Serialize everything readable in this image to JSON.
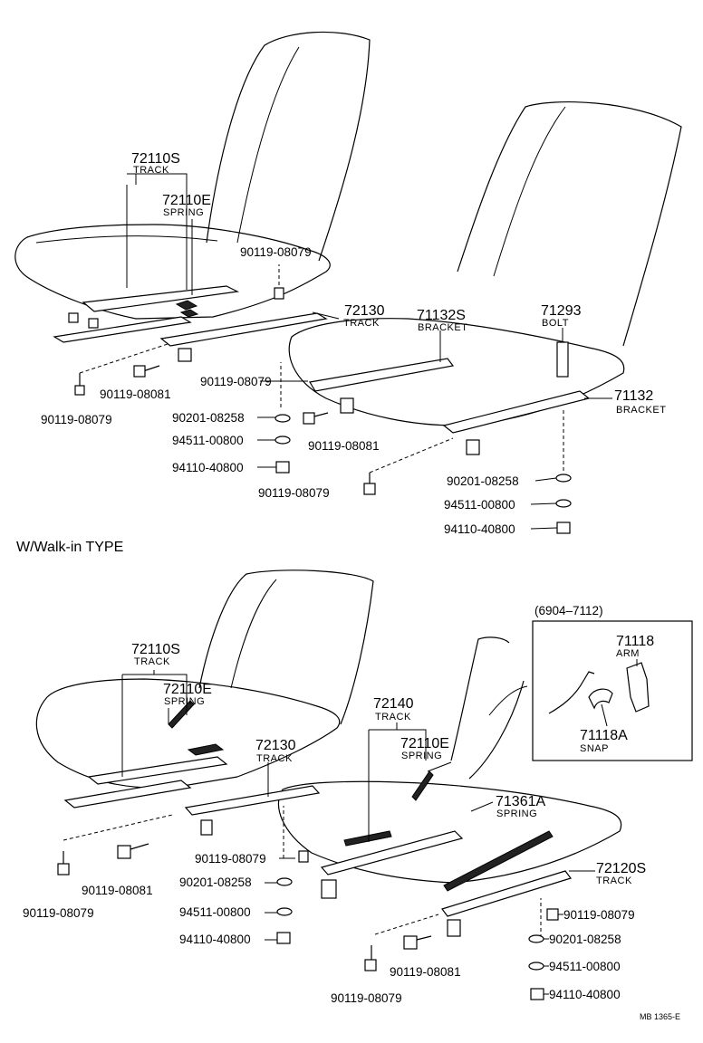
{
  "section_title": "W/Walk-in TYPE",
  "inset_range": "(6904–7112)",
  "footer_code": "MB 1365-E",
  "upper": {
    "p72110S": {
      "num": "72110S",
      "name": "TRACK"
    },
    "p72110E": {
      "num": "72110E",
      "name": "SPRING"
    },
    "p72130": {
      "num": "72130",
      "name": "TRACK"
    },
    "p71132S": {
      "num": "71132S",
      "name": "BRACKET"
    },
    "p71293": {
      "num": "71293",
      "name": "BOLT"
    },
    "p71132": {
      "num": "71132",
      "name": "BRACKET"
    },
    "b_top": "90119-08079",
    "b_left": "90119-08079",
    "b_left2": "90119-08081",
    "b_mid": "90119-08079",
    "w_mid": "90201-08258",
    "sw_mid": "94511-00800",
    "n_mid": "94110-40800",
    "b_mid2": "90119-08081",
    "b_bot": "90119-08079",
    "w_r": "90201-08258",
    "sw_r": "94511-00800",
    "n_r": "94110-40800"
  },
  "lower": {
    "p72110S": {
      "num": "72110S",
      "name": "TRACK"
    },
    "p72110E": {
      "num": "72110E",
      "name": "SPRING"
    },
    "p72130": {
      "num": "72130",
      "name": "TRACK"
    },
    "p72140": {
      "num": "72140",
      "name": "TRACK"
    },
    "p72110E2": {
      "num": "72110E",
      "name": "SPRING"
    },
    "p71361A": {
      "num": "71361A",
      "name": "SPRING"
    },
    "p72120S": {
      "num": "72120S",
      "name": "TRACK"
    },
    "p71118": {
      "num": "71118",
      "name": "ARM"
    },
    "p71118A": {
      "num": "71118A",
      "name": "SNAP"
    },
    "b_left": "90119-08079",
    "b_left2": "90119-08081",
    "b_mid": "90119-08079",
    "w_mid": "90201-08258",
    "sw_mid": "94511-00800",
    "n_mid": "94110-40800",
    "b_bot": "90119-08079",
    "b_bot2": "90119-08081",
    "b_r": "90119-08079",
    "w_r": "90201-08258",
    "sw_r": "94511-00800",
    "n_r": "94110-40800"
  }
}
